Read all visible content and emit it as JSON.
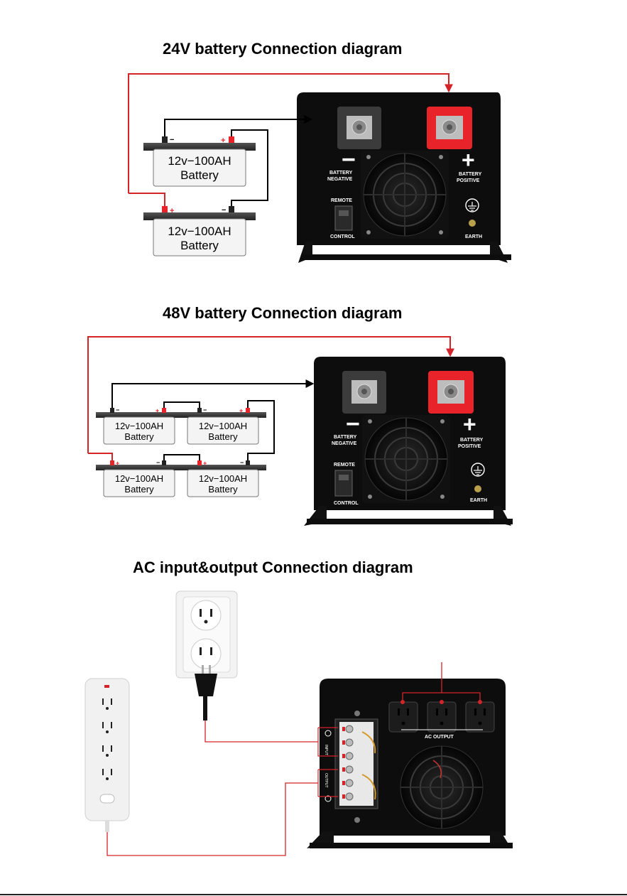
{
  "sections": {
    "s24": {
      "title": "24V battery Connection diagram"
    },
    "s48": {
      "title": "48V battery Connection diagram"
    },
    "ac": {
      "title": "AC input&output Connection diagram"
    }
  },
  "battery": {
    "label_top": "12v−100AH",
    "label_top_48": "12v−100AH",
    "label_bottom": "Battery"
  },
  "inverter": {
    "neg_sign": "−",
    "neg_label_1": "BATTERY",
    "neg_label_2": "NEGATIVE",
    "pos_sign": "+",
    "pos_label_1": "BATTERY",
    "pos_label_2": "POSITIVE",
    "remote_label": "REMOTE",
    "control_label": "CONTROL",
    "earth_label": "EARTH"
  },
  "ac_panel": {
    "output_label": "AC OUTPUT",
    "input_label": "INPUT",
    "output_side_label": "OUTPUT"
  },
  "colors": {
    "wire_positive": "#d4242a",
    "wire_negative": "#000000",
    "terminal_positive": "#e8232a",
    "inverter_body": "#0d0d0d"
  }
}
